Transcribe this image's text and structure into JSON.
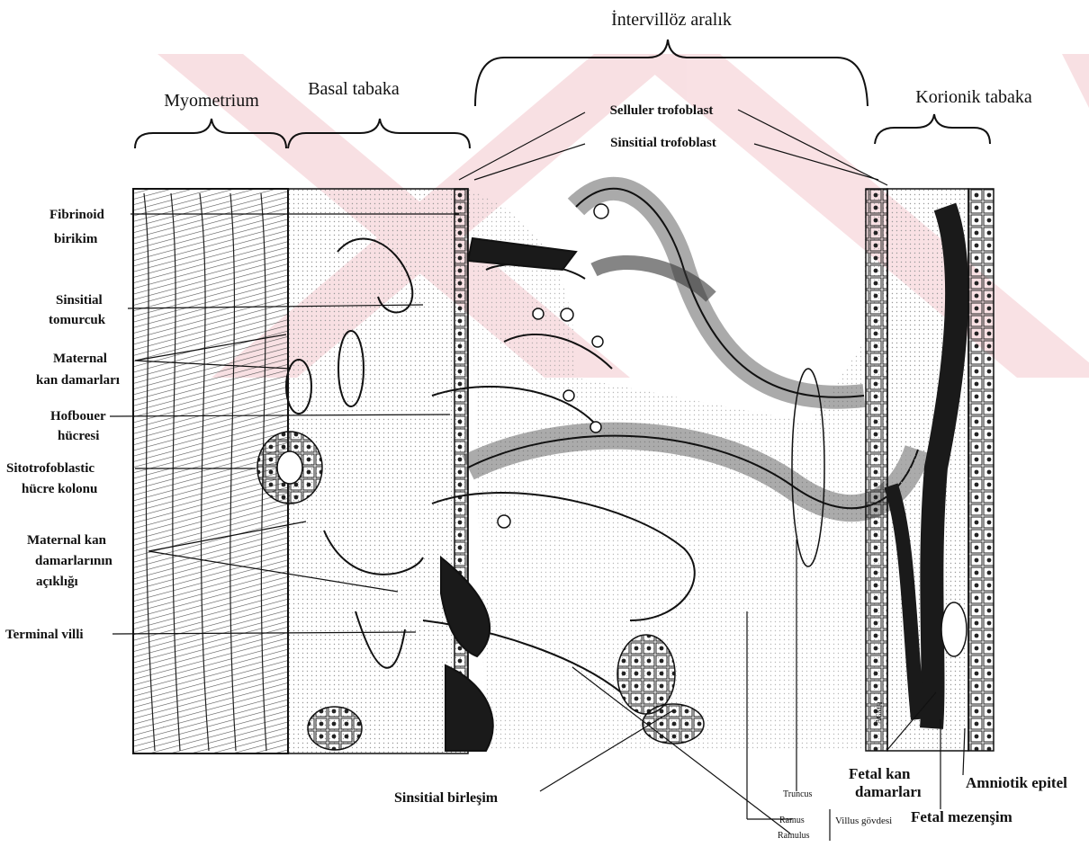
{
  "headers": {
    "intervillous_space": "İntervillöz aralık",
    "myometrium": "Myometrium",
    "basal_plate": "Basal tabaka",
    "chorionic_plate": "Korionik tabaka"
  },
  "top_labels": {
    "cellular_trophoblast": "Selluler trofoblast",
    "syncytial_trophoblast": "Sinsitial trofoblast"
  },
  "left_labels": {
    "fibrinoid_1": "Fibrinoid",
    "fibrinoid_2": "birikim",
    "syncytial_bud_1": "Sinsitial",
    "syncytial_bud_2": "tomurcuk",
    "maternal_vessels_1": "Maternal",
    "maternal_vessels_2": "kan damarları",
    "hofbauer_1": "Hofbouer",
    "hofbauer_2": "hücresi",
    "cytotroph_column_1": "Sitotrofoblastic",
    "cytotroph_column_2": "hücre kolonu",
    "maternal_openings_1": "Maternal kan",
    "maternal_openings_2": "damarlarının",
    "maternal_openings_3": "açıklığı",
    "terminal_villi": "Terminal villi"
  },
  "bottom_labels": {
    "syncytial_junction": "Sinsitial birleşim",
    "truncus": "Truncus",
    "ramus": "Ramus",
    "ramulus": "Ramulus",
    "villus_stem": "Villus gövdesi",
    "fetal_vessels_1": "Fetal kan",
    "fetal_vessels_2": "damarları",
    "amniotic_epithelium": "Amniotik epitel",
    "fetal_mesenchyme": "Fetal mezenşim"
  },
  "signature": "AGMH",
  "colors": {
    "ink": "#111111",
    "watermark": "#f4c8cd",
    "shade": "#8a8a8a",
    "dark": "#1a1a1a"
  }
}
